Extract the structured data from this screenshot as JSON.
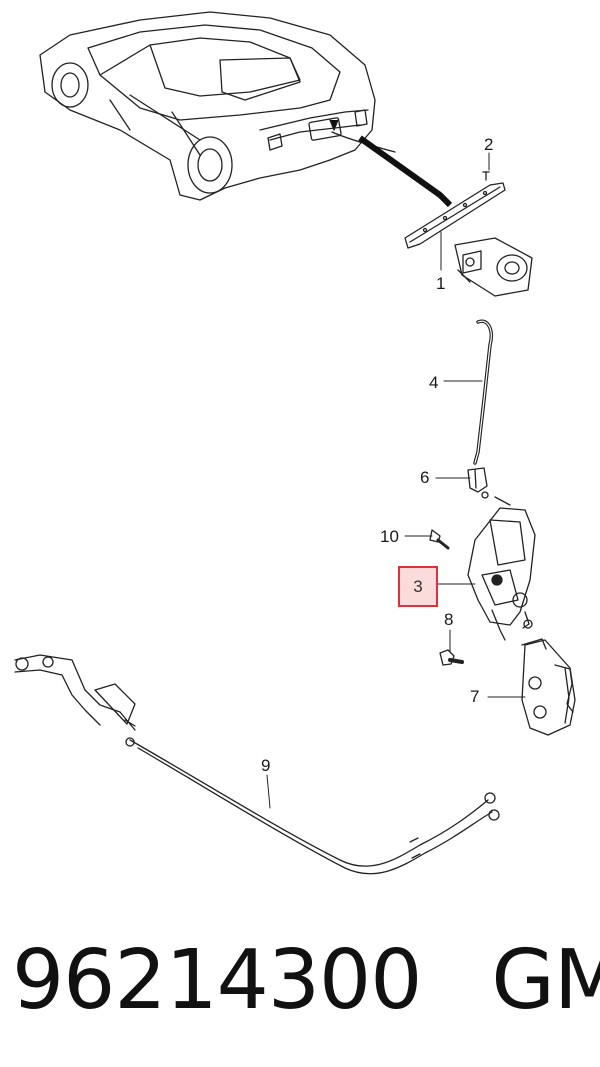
{
  "callouts": {
    "c1": "1",
    "c2": "2",
    "c3": "3",
    "c4": "4",
    "c6": "6",
    "c7": "7",
    "c8": "8",
    "c9": "9",
    "c10": "10"
  },
  "footer": {
    "part_number": "96214300",
    "brand": "GM"
  },
  "colors": {
    "line": "#222222",
    "highlight_border": "#e0313a",
    "highlight_fill": "#f05a64"
  }
}
